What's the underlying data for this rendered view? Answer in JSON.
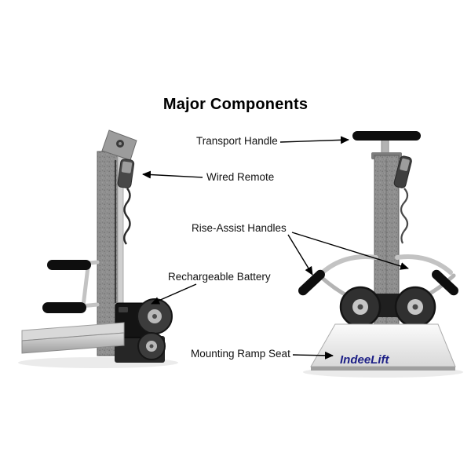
{
  "title": "Major Components",
  "labels": {
    "transport_handle": "Transport Handle",
    "wired_remote": "Wired Remote",
    "rise_assist_handles": "Rise-Assist Handles",
    "rechargeable_battery": "Rechargeable Battery",
    "mounting_ramp_seat": "Mounting Ramp Seat"
  },
  "brand": "IndeeLift",
  "colors": {
    "background": "#ffffff",
    "label_text": "#000000",
    "arrow": "#000000",
    "brand_blue": "#1d2087",
    "mast_gray": "#8f8f8f",
    "grip_black": "#0e0e0e"
  }
}
